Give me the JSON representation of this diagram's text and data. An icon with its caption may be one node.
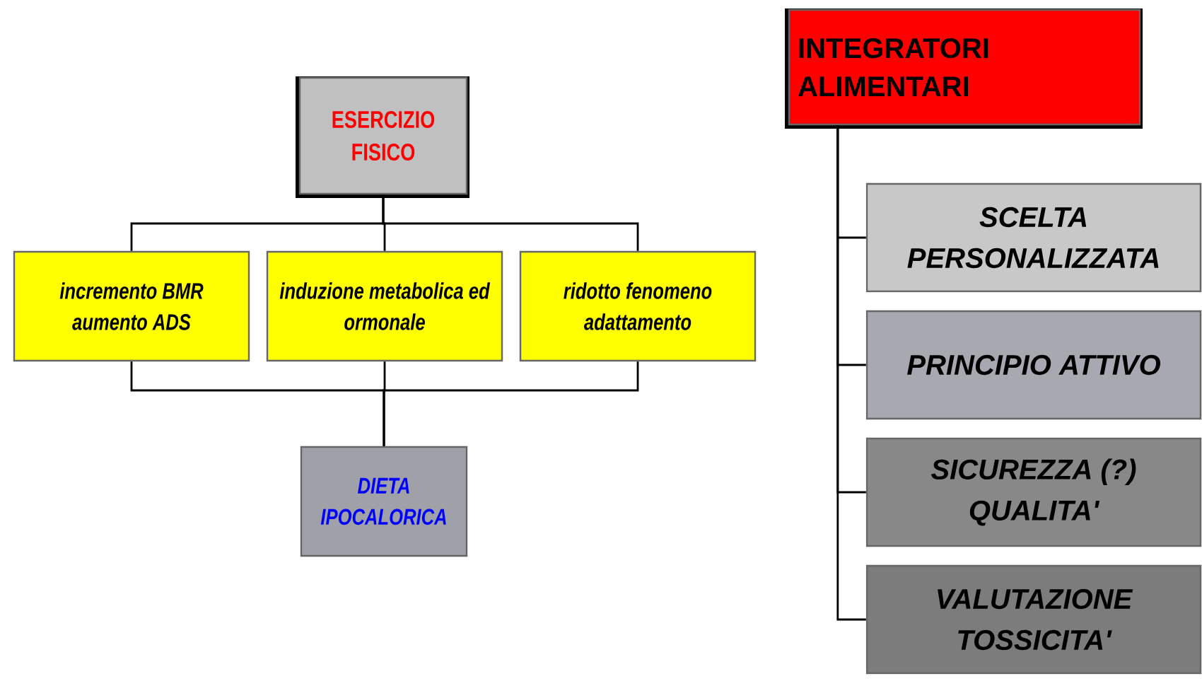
{
  "diagram": {
    "nodes": [
      {
        "text": [
          "ESERCIZIO FISICO"
        ]
      },
      {
        "text": [
          "incremento BMR aumento ADS"
        ]
      },
      {
        "text": [
          "induzione metabolica ed ormonale"
        ]
      },
      {
        "text": [
          "ridotto fenomeno adattamento"
        ]
      },
      {
        "text": [
          "DIETA IPOCALORICA"
        ]
      },
      {
        "text": [
          "INTEGRATORI ALIMENTARI"
        ]
      },
      {
        "text": [
          "SCELTA PERSONALIZZATA"
        ]
      },
      {
        "text": [
          "PRINCIPIO ATTIVO"
        ]
      },
      {
        "text": [
          "SICUREZZA (?) QUALITA'"
        ]
      },
      {
        "text": [
          "VALUTAZIONE TOSSICITA'"
        ]
      }
    ],
    "edges": [
      {
        "from": 0,
        "to": 1,
        "arrow": "none"
      },
      {
        "from": 0,
        "to": 2,
        "arrow": "none"
      },
      {
        "from": 0,
        "to": 3,
        "arrow": "none"
      },
      {
        "from": 1,
        "to": 4,
        "arrow": "none"
      },
      {
        "from": 2,
        "to": 4,
        "arrow": "none"
      },
      {
        "from": 3,
        "to": 4,
        "arrow": "none"
      },
      {
        "from": 5,
        "to": 6,
        "arrow": "none"
      },
      {
        "from": 5,
        "to": 7,
        "arrow": "none"
      },
      {
        "from": 5,
        "to": 8,
        "arrow": "none"
      },
      {
        "from": 5,
        "to": 9,
        "arrow": "none"
      }
    ]
  }
}
